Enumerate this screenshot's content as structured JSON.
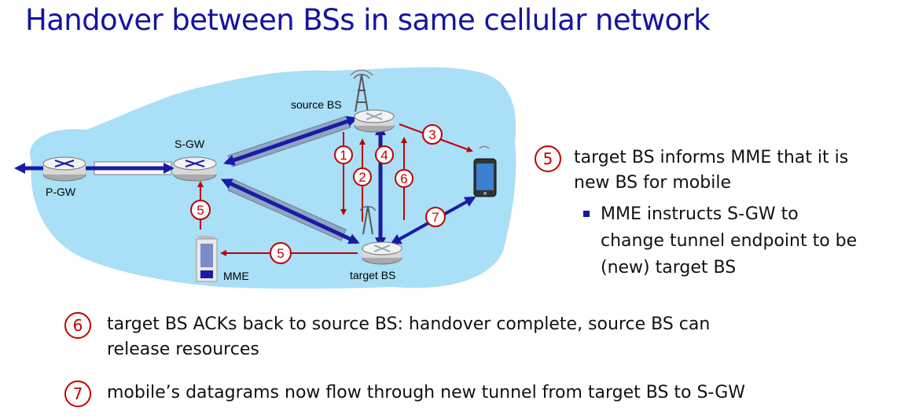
{
  "title": "Handover between BSs in same cellular network",
  "diagram": {
    "labels": {
      "source_bs": "source BS",
      "target_bs": "target BS",
      "sgw": "S-GW",
      "pgw": "P-GW",
      "mme": "MME"
    },
    "step_badges": [
      "1",
      "2",
      "3",
      "4",
      "5",
      "6",
      "7",
      "5"
    ]
  },
  "steps": [
    {
      "num": "5",
      "line1": "target BS informs MME that it is",
      "line2": "new BS for mobile"
    },
    {
      "sub": "MME instructs S-GW to",
      "sub2": "change tunnel endpoint to be",
      "sub3": "(new) target BS"
    },
    {
      "num": "6",
      "line1": "target BS ACKs back to source BS: handover complete, source BS can",
      "line2": "release resources"
    },
    {
      "num": "7",
      "line1": "mobile’s datagrams now flow through new tunnel from target BS to S-GW"
    }
  ],
  "colors": {
    "title": "#1414a0",
    "cloud": "#a9dff7",
    "tunnel": "#1a1aa6",
    "step": "#c00000"
  }
}
